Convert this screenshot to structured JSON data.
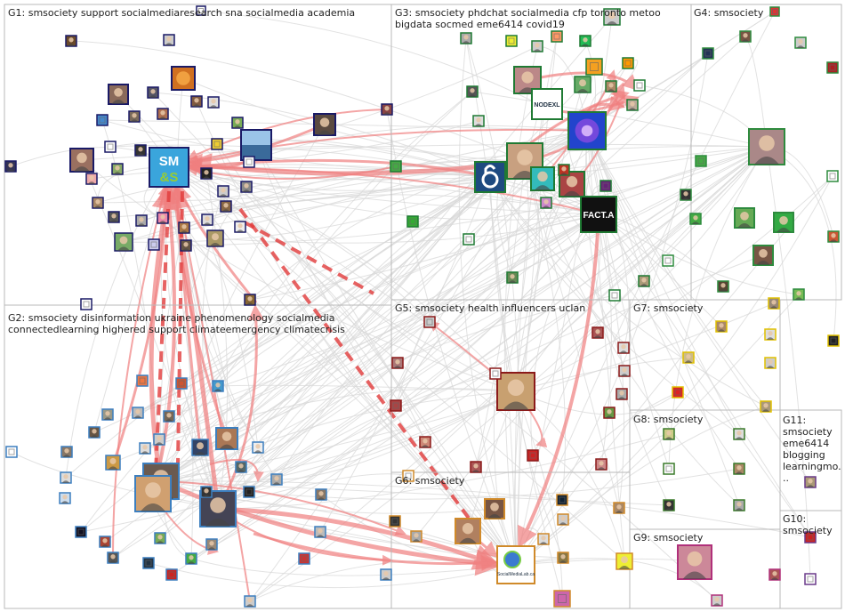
{
  "colors": {
    "grid": "#b9b9b9",
    "edge_light": "#d8d8d8",
    "edge_strong": "#f07f7f",
    "edge_dashed": "#e23b3b"
  },
  "groups": [
    {
      "id": "G1",
      "label": "G1: smsociety support socialmediaresearch sna socialmedia academia",
      "color": "#1a1a66"
    },
    {
      "id": "G2",
      "label": "G2: smsociety disinformation ukraine phenomenology socialmedia connectedlearning highered support climateemergency climatecrisis",
      "color": "#3d7fbf"
    },
    {
      "id": "G3",
      "label": "G3: smsociety phdchat socialmedia cfp toronto metoo bigdata socmed eme6414 covid19",
      "color": "#1f7a33"
    },
    {
      "id": "G4",
      "label": "G4: smsociety",
      "color": "#2e8b3e"
    },
    {
      "id": "G5",
      "label": "G5: smsociety health influencers uclan",
      "color": "#8b1a1a"
    },
    {
      "id": "G6",
      "label": "G6: smsociety",
      "color": "#d08a2a"
    },
    {
      "id": "G7",
      "label": "G7: smsociety",
      "color": "#e0c000"
    },
    {
      "id": "G8",
      "label": "G8: smsociety",
      "color": "#3a7a2a"
    },
    {
      "id": "G9",
      "label": "G9: smsociety",
      "color": "#b0307a"
    },
    {
      "id": "G10",
      "label": "G10: smsociety",
      "color": "#6a3a8a"
    },
    {
      "id": "G11",
      "label": "G11: smsociety eme6414 blogging learningmo...",
      "color": "#6a3a8a"
    }
  ],
  "hubs": [
    {
      "id": "smands",
      "text": "SM&S",
      "group": "G1"
    },
    {
      "id": "nodexl",
      "text": "NODEXL",
      "group": "G3"
    },
    {
      "id": "fact",
      "text": "FACT.A",
      "group": "G3"
    },
    {
      "id": "socialmedialab",
      "text": "SocialMediaLab.ca",
      "group": "G6"
    }
  ]
}
